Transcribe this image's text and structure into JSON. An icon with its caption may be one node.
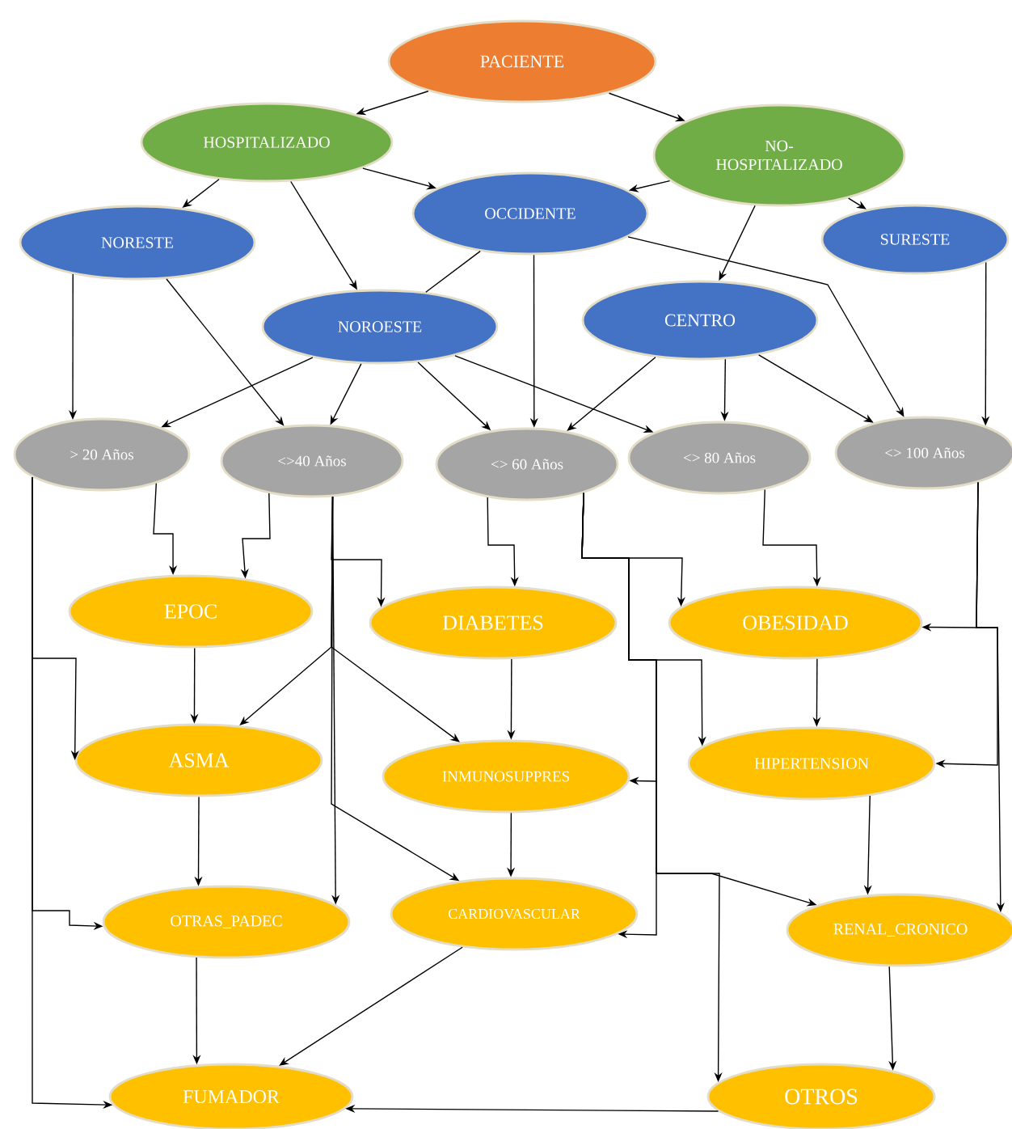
{
  "diagram": {
    "nodes": [
      {
        "text": [
          "PACIENTE"
        ]
      },
      {
        "text": [
          "HOSPITALIZADO"
        ]
      },
      {
        "text": [
          "NO- HOSPITALIZADO"
        ]
      },
      {
        "text": [
          "OCCIDENTE"
        ]
      },
      {
        "text": [
          "NORESTE"
        ]
      },
      {
        "text": [
          "SURESTE"
        ]
      },
      {
        "text": [
          "NOROESTE"
        ]
      },
      {
        "text": [
          "CENTRO"
        ]
      },
      {
        "text": [
          "> 20 Años"
        ]
      },
      {
        "text": [
          "<>40 Años"
        ]
      },
      {
        "text": [
          "<> 60 Años"
        ]
      },
      {
        "text": [
          "<> 80 Años"
        ]
      },
      {
        "text": [
          "<> 100 Años"
        ]
      },
      {
        "text": [
          "EPOC"
        ]
      },
      {
        "text": [
          "DIABETES"
        ]
      },
      {
        "text": [
          "OBESIDAD"
        ]
      },
      {
        "text": [
          "ASMA"
        ]
      },
      {
        "text": [
          "INMUNOSUPPRES"
        ]
      },
      {
        "text": [
          "HIPERTENSION"
        ]
      },
      {
        "text": [
          "OTRAS_PADEC"
        ]
      },
      {
        "text": [
          "CARDIOVASCULAR"
        ]
      },
      {
        "text": [
          "RENAL_CRONICO"
        ]
      },
      {
        "text": [
          "FUMADOR"
        ]
      },
      {
        "text": [
          "OTROS"
        ]
      }
    ],
    "edges": [
      {
        "from": 0,
        "to": 1,
        "arrow": "to"
      },
      {
        "from": 0,
        "to": 2,
        "arrow": "to"
      },
      {
        "from": 1,
        "to": 4,
        "arrow": "to"
      },
      {
        "from": 1,
        "to": 3,
        "arrow": "to"
      },
      {
        "from": 1,
        "to": 6,
        "arrow": "to"
      },
      {
        "from": 2,
        "to": 3,
        "arrow": "to"
      },
      {
        "from": 2,
        "to": 7,
        "arrow": "to"
      },
      {
        "from": 2,
        "to": 5,
        "arrow": "to"
      },
      {
        "from": 3,
        "to": 6,
        "arrow": "none"
      },
      {
        "from": 3,
        "to": 10,
        "arrow": "to"
      },
      {
        "from": 3,
        "to": 12,
        "arrow": "to"
      },
      {
        "from": 4,
        "to": 8,
        "arrow": "to"
      },
      {
        "from": 4,
        "to": 9,
        "arrow": "to"
      },
      {
        "from": 6,
        "to": 8,
        "arrow": "to"
      },
      {
        "from": 6,
        "to": 9,
        "arrow": "to"
      },
      {
        "from": 6,
        "to": 10,
        "arrow": "to"
      },
      {
        "from": 6,
        "to": 11,
        "arrow": "to"
      },
      {
        "from": 7,
        "to": 10,
        "arrow": "to"
      },
      {
        "from": 7,
        "to": 11,
        "arrow": "to"
      },
      {
        "from": 7,
        "to": 12,
        "arrow": "to"
      },
      {
        "from": 5,
        "to": 12,
        "arrow": "to"
      },
      {
        "from": 8,
        "to": 13,
        "arrow": "to"
      },
      {
        "from": 8,
        "to": 16,
        "arrow": "to"
      },
      {
        "from": 8,
        "to": 19,
        "arrow": "to"
      },
      {
        "from": 8,
        "to": 22,
        "arrow": "to"
      },
      {
        "from": 9,
        "to": 13,
        "arrow": "to"
      },
      {
        "from": 9,
        "to": 14,
        "arrow": "to"
      },
      {
        "from": 9,
        "to": 16,
        "arrow": "to"
      },
      {
        "from": 9,
        "to": 17,
        "arrow": "to"
      },
      {
        "from": 9,
        "to": 19,
        "arrow": "to"
      },
      {
        "from": 9,
        "to": 20,
        "arrow": "to"
      },
      {
        "from": 10,
        "to": 14,
        "arrow": "to"
      },
      {
        "from": 10,
        "to": 15,
        "arrow": "to"
      },
      {
        "from": 10,
        "to": 18,
        "arrow": "to"
      },
      {
        "from": 10,
        "to": 17,
        "arrow": "to"
      },
      {
        "from": 10,
        "to": 20,
        "arrow": "to"
      },
      {
        "from": 10,
        "to": 21,
        "arrow": "to"
      },
      {
        "from": 10,
        "to": 23,
        "arrow": "to"
      },
      {
        "from": 11,
        "to": 15,
        "arrow": "to"
      },
      {
        "from": 12,
        "to": 15,
        "arrow": "to"
      },
      {
        "from": 12,
        "to": 18,
        "arrow": "to"
      },
      {
        "from": 12,
        "to": 21,
        "arrow": "to"
      },
      {
        "from": 13,
        "to": 16,
        "arrow": "to"
      },
      {
        "from": 14,
        "to": 17,
        "arrow": "to"
      },
      {
        "from": 15,
        "to": 18,
        "arrow": "to"
      },
      {
        "from": 16,
        "to": 19,
        "arrow": "to"
      },
      {
        "from": 17,
        "to": 20,
        "arrow": "to"
      },
      {
        "from": 18,
        "to": 21,
        "arrow": "to"
      },
      {
        "from": 19,
        "to": 22,
        "arrow": "to"
      },
      {
        "from": 20,
        "to": 22,
        "arrow": "to"
      },
      {
        "from": 21,
        "to": 23,
        "arrow": "to"
      },
      {
        "from": 23,
        "to": 22,
        "arrow": "to"
      }
    ]
  }
}
